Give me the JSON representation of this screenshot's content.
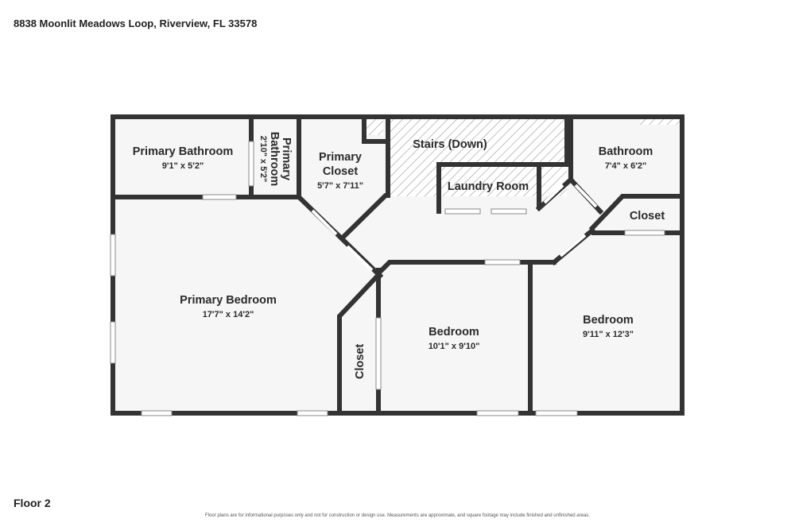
{
  "header": {
    "address": "8838 Moonlit Meadows Loop, Riverview, FL 33578"
  },
  "footer": {
    "floor_label": "Floor 2",
    "disclaimer": "Floor plans are for informational purposes only and not for construction or design use. Measurements are approximate, and square footage may include finished and unfinished areas."
  },
  "rooms": {
    "primary_bathroom": {
      "name": "Primary Bathroom",
      "dims": "9'1\" x 5'2\""
    },
    "primary_bathroom_small": {
      "name_line1": "Primary",
      "name_line2": "Bathroom",
      "dims": "2'10\" x 5'2\""
    },
    "primary_closet": {
      "name_line1": "Primary",
      "name_line2": "Closet",
      "dims": "5'7\" x 7'11\""
    },
    "stairs": {
      "name": "Stairs (Down)"
    },
    "laundry": {
      "name": "Laundry Room"
    },
    "bathroom": {
      "name": "Bathroom",
      "dims": "7'4\" x 6'2\""
    },
    "closet_right": {
      "name": "Closet"
    },
    "primary_bedroom": {
      "name": "Primary Bedroom",
      "dims": "17'7\" x 14'2\""
    },
    "closet_small": {
      "name": "Closet"
    },
    "bedroom_middle": {
      "name": "Bedroom",
      "dims": "10'1\" x 9'10\""
    },
    "bedroom_right": {
      "name": "Bedroom",
      "dims": "9'11\" x 12'3\""
    }
  }
}
